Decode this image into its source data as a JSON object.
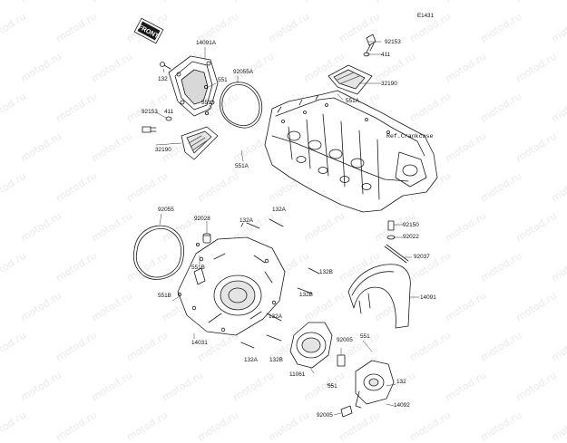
{
  "diagram": {
    "code": "E1431",
    "front_label": "FRONT",
    "reference_note": "Ref.Crankcase",
    "watermark": "motod.ru",
    "colors": {
      "line": "#1a1a1a",
      "fill": "#ffffff",
      "shade": "#9a9a9a",
      "watermark": "#e9e9e9"
    },
    "labels": {
      "p14091A": "14091A",
      "p92055A": "92055A",
      "p132_a": "132",
      "p551_a": "551",
      "p551_b": "551",
      "p92153_a": "92153",
      "p411_a": "411",
      "p32190_a": "32190",
      "p551A_a": "551A",
      "p92153_b": "92153",
      "p411_b": "411",
      "p32190_b": "32190",
      "p551A_b": "551A",
      "p92055": "92055",
      "p92028": "92028",
      "p132A_a": "132A",
      "p132A_b": "132A",
      "p551B_a": "551B",
      "p551B_b": "551B",
      "p132B_a": "132B",
      "p132B_b": "132B",
      "p132A_c": "132A",
      "p132B_c": "132B",
      "p132A_d": "132A",
      "p14031": "14031",
      "p92150": "92150",
      "p92022": "92022",
      "p92037": "92037",
      "p14091": "14091",
      "p92005_a": "92005",
      "p551_c": "551",
      "p11061": "11061",
      "p551_d": "551",
      "p132_b": "132",
      "p14092": "14092",
      "p92005_b": "92005"
    }
  }
}
